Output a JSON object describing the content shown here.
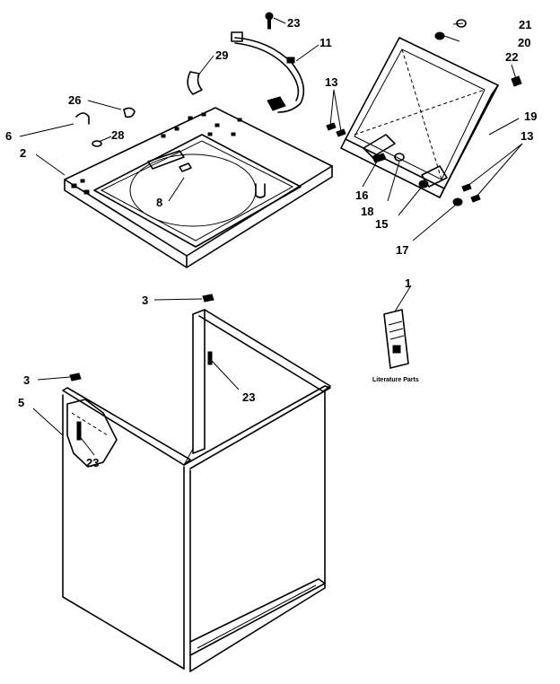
{
  "labels": {
    "l1": "1",
    "l2": "2",
    "l3a": "3",
    "l3b": "3",
    "l5": "5",
    "l6": "6",
    "l8": "8",
    "l11": "11",
    "l13a": "13",
    "l13b": "13",
    "l15": "15",
    "l16": "16",
    "l17": "17",
    "l18": "18",
    "l19": "19",
    "l20": "20",
    "l21": "21",
    "l22": "22",
    "l23a": "23",
    "l23b": "23",
    "l23c": "23",
    "l26": "26",
    "l28": "28",
    "l29": "29"
  },
  "literature_caption": "Literature Parts"
}
